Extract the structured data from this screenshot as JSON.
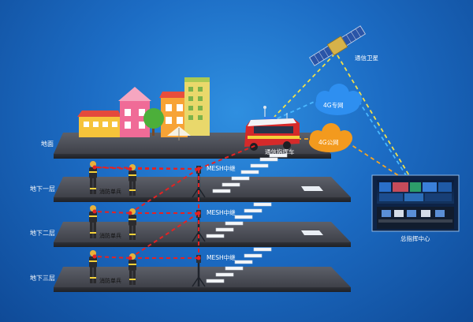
{
  "floors": [
    {
      "label": "地面"
    },
    {
      "label": "地下一层"
    },
    {
      "label": "地下二层"
    },
    {
      "label": "地下三层"
    }
  ],
  "nodes": {
    "satellite": "通信卫星",
    "private_net": "4G专网",
    "public_net": "4G公网",
    "command_vehicle": "通信指挥车",
    "command_center": "总指挥中心",
    "mesh_relay": "MESH中继",
    "firefighter": "消防单兵"
  },
  "colors": {
    "background": "#1c6cc4",
    "floor": "#4a4d55",
    "cloud_private": "#2e8ff0",
    "cloud_public": "#f39a1e",
    "link_private": "#49b8ff",
    "link_public": "#f6a623",
    "link_satellite": "#f2e04a",
    "link_mesh": "#e52222"
  }
}
